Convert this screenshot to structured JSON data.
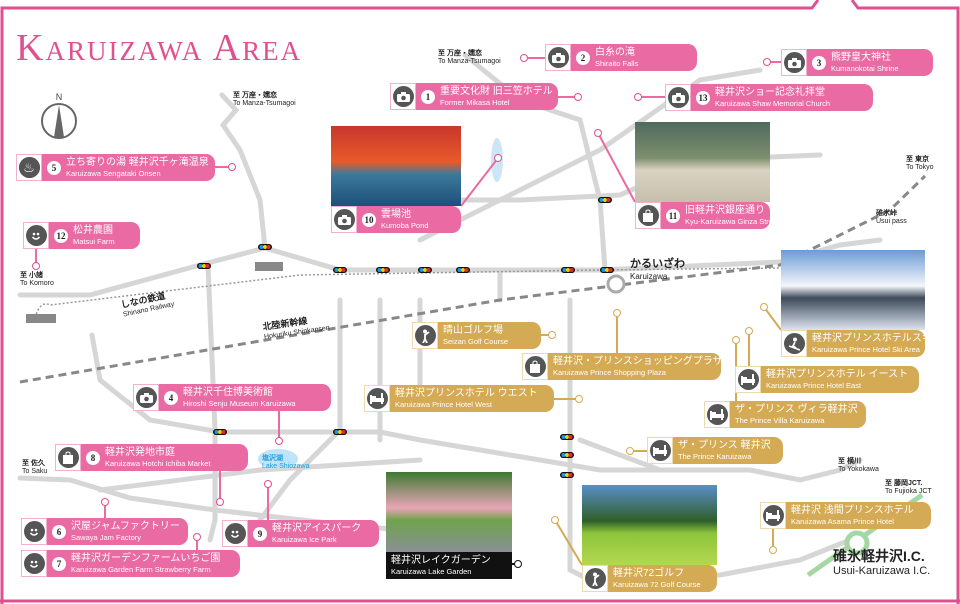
{
  "title": "Karuizawa Area",
  "compass": "N",
  "colors": {
    "pink": "#ea6aa3",
    "gold": "#d4aa55",
    "road": "#d6d6d6"
  },
  "map_labels": [
    {
      "jp": "至 万座・嬬恋",
      "en": "To Manza-Tsumagoi"
    },
    {
      "jp": "至 万座・嬬恋",
      "en": "To Manza-Tsumagoi"
    },
    {
      "jp": "至 小諸",
      "en": "To Komoro"
    },
    {
      "jp": "しなの鉄道",
      "en": "Shinano Railway"
    },
    {
      "jp": "北陸新幹線",
      "en": "Hokuriku Shinkansen"
    },
    {
      "jp": "至 佐久",
      "en": "To Saku"
    },
    {
      "jp": "塩沢湖",
      "en": "Lake Shiozawa"
    },
    {
      "jp": "至 東京",
      "en": "To Tokyo"
    },
    {
      "jp": "碓氷峠",
      "en": "Usui pass"
    },
    {
      "jp": "かるいざわ",
      "en": "Karuizawa"
    },
    {
      "jp": "至 横川",
      "en": "To Yokokawa"
    },
    {
      "jp": "至 藤岡JCT.",
      "en": "To Fujioka JCT"
    },
    {
      "jp": "碓氷軽井沢I.C.",
      "en": "Usui-Karuizawa I.C."
    }
  ],
  "spots": [
    {
      "num": "1",
      "jp": "重要文化財 旧三笠ホテル",
      "en": "Former Mikasa Hotel",
      "icon": "camera-icon",
      "style": "pink"
    },
    {
      "num": "2",
      "jp": "白糸の滝",
      "en": "Shiraito Falls",
      "icon": "camera-icon",
      "style": "pink"
    },
    {
      "num": "3",
      "jp": "熊野皇大神社",
      "en": "Kumanokotai Shrine",
      "icon": "camera-icon",
      "style": "pink"
    },
    {
      "num": "13",
      "jp": "軽井沢ショー記念礼拝堂",
      "en": "Karuizawa Shaw Memorial Church",
      "icon": "camera-icon",
      "style": "pink"
    },
    {
      "num": "5",
      "jp": "立ち寄りの湯 軽井沢千ヶ滝温泉",
      "en": "Karuizawa Sengataki Onsen",
      "icon": "hot-spring-icon",
      "style": "pink"
    },
    {
      "num": "12",
      "jp": "松井農園",
      "en": "Matsui Farm",
      "icon": "smile-icon",
      "style": "pink"
    },
    {
      "num": "10",
      "jp": "雲場池",
      "en": "Kumoba Pond",
      "icon": "camera-icon",
      "style": "pink"
    },
    {
      "num": "11",
      "jp": "旧軽井沢銀座通り",
      "en": "Kyu-Karuizawa Ginza Street",
      "icon": "shopping-bag-icon",
      "style": "pink"
    },
    {
      "num": "4",
      "jp": "軽井沢千住博美術館",
      "en": "Hiroshi Senju Museum Karuizawa",
      "icon": "camera-icon",
      "style": "pink"
    },
    {
      "num": "8",
      "jp": "軽井沢発地市庭",
      "en": "Karuizawa Hotchi Ichiba Market",
      "icon": "shopping-bag-icon",
      "style": "pink"
    },
    {
      "num": "6",
      "jp": "沢屋ジャムファクトリー",
      "en": "Sawaya Jam Factory",
      "icon": "smile-icon",
      "style": "pink"
    },
    {
      "num": "7",
      "jp": "軽井沢ガーデンファームいちご園",
      "en": "Karuizawa Garden Farm Strawberry Farm",
      "icon": "smile-icon",
      "style": "pink"
    },
    {
      "num": "9",
      "jp": "軽井沢アイスパーク",
      "en": "Karuizawa Ice Park",
      "icon": "smile-icon",
      "style": "pink"
    },
    {
      "num": "",
      "jp": "軽井沢レイクガーデン",
      "en": "Karuizawa Lake Garden",
      "icon": "",
      "style": "black"
    },
    {
      "num": "",
      "jp": "晴山ゴルフ場",
      "en": "Seizan Golf Course",
      "icon": "golf-icon",
      "style": "gold"
    },
    {
      "num": "",
      "jp": "軽井沢・プリンスショッピングプラザ",
      "en": "Karuizawa Prince Shopping Plaza",
      "icon": "shopping-bag-icon",
      "style": "gold"
    },
    {
      "num": "",
      "jp": "軽井沢プリンスホテル ウエスト",
      "en": "Karuizawa Prince Hotel West",
      "icon": "hotel-icon",
      "style": "gold"
    },
    {
      "num": "",
      "jp": "軽井沢プリンスホテルスキー場",
      "en": "Karuizawa Prince Hotel Ski Area",
      "icon": "ski-icon",
      "style": "gold"
    },
    {
      "num": "",
      "jp": "軽井沢プリンスホテル イースト",
      "en": "Karuizawa Prince Hotel East",
      "icon": "hotel-icon",
      "style": "gold"
    },
    {
      "num": "",
      "jp": "ザ・プリンス ヴィラ軽井沢",
      "en": "The Prince Villa Karuizawa",
      "icon": "hotel-icon",
      "style": "gold"
    },
    {
      "num": "",
      "jp": "ザ・プリンス 軽井沢",
      "en": "The Prince Karuizawa",
      "icon": "hotel-icon",
      "style": "gold"
    },
    {
      "num": "",
      "jp": "軽井沢72ゴルフ",
      "en": "Karuizawa 72 Golf Course",
      "icon": "golf-icon",
      "style": "gold"
    },
    {
      "num": "",
      "jp": "軽井沢 浅間プリンスホテル",
      "en": "Karuizawa Asama Prince Hotel",
      "icon": "hotel-icon",
      "style": "gold"
    }
  ]
}
